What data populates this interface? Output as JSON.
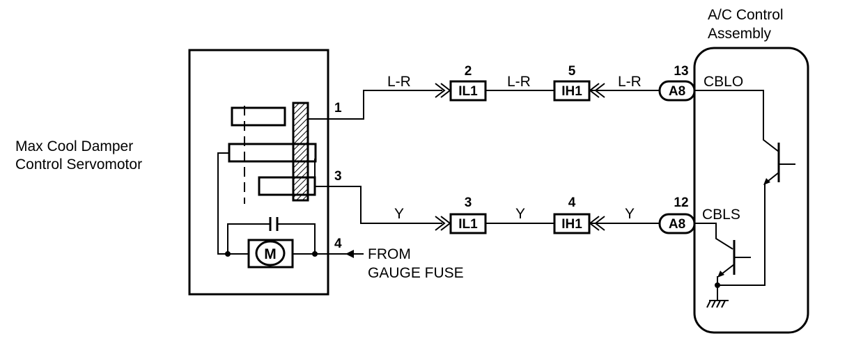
{
  "servomotor": {
    "label_line1": "Max Cool Damper",
    "label_line2": "Control Servomotor",
    "pins": {
      "p1": "1",
      "p3": "3",
      "p4": "4"
    },
    "motor_symbol": "M"
  },
  "ac_control": {
    "title_line1": "A/C Control",
    "title_line2": "Assembly",
    "terminal_top": "CBLO",
    "terminal_bottom": "CBLS"
  },
  "power_source": {
    "line1": "FROM",
    "line2": "GAUGE FUSE"
  },
  "upper_circuit": {
    "wire_color_1": "L-R",
    "wire_color_2": "L-R",
    "wire_color_3": "L-R",
    "connector_1": {
      "name": "IL1",
      "pin": "2"
    },
    "connector_2": {
      "name": "IH1",
      "pin": "5"
    },
    "connector_3": {
      "name": "A8",
      "pin": "13"
    }
  },
  "lower_circuit": {
    "wire_color_1": "Y",
    "wire_color_2": "Y",
    "wire_color_3": "Y",
    "connector_1": {
      "name": "IL1",
      "pin": "3"
    },
    "connector_2": {
      "name": "IH1",
      "pin": "4"
    },
    "connector_3": {
      "name": "A8",
      "pin": "12"
    }
  }
}
